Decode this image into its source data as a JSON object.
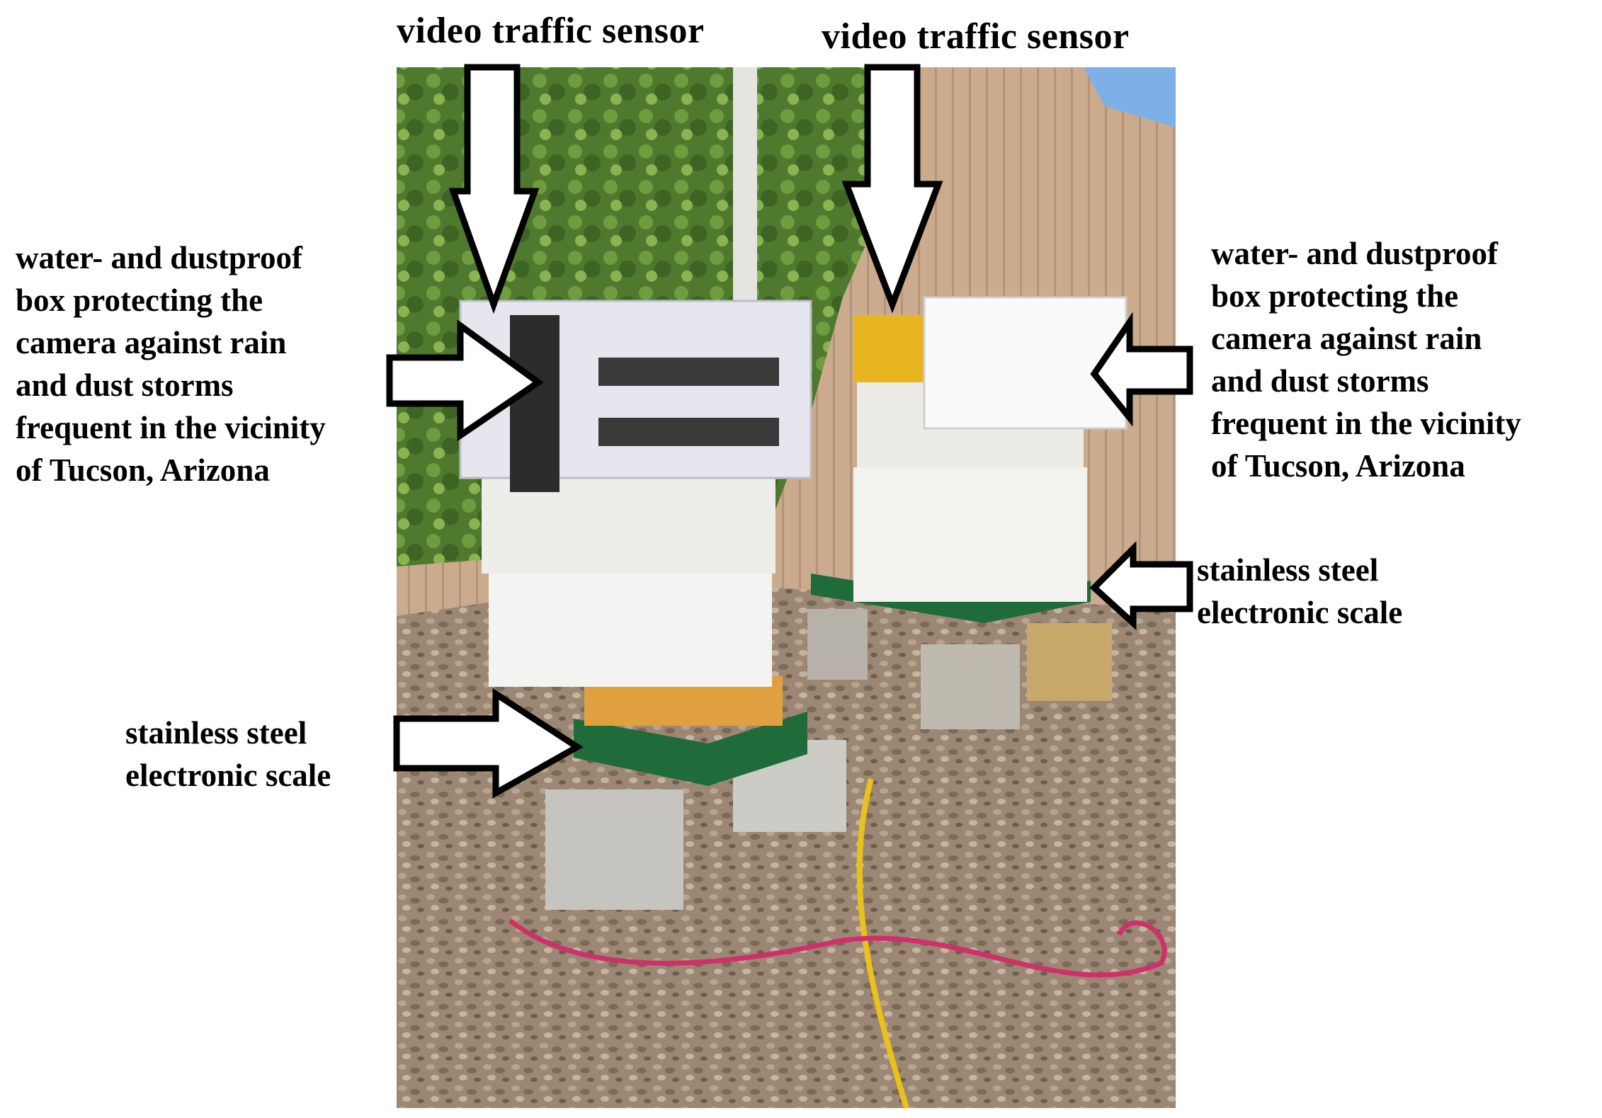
{
  "annotations": {
    "camera_left": "video traffic sensor",
    "camera_right": "video traffic sensor",
    "box_left": "water- and dustproof\nbox protecting the\ncamera against rain\nand dust storms\nfrequent in the vicinity\nof Tucson, Arizona",
    "box_right": "water- and dustproof\nbox protecting the\ncamera against rain\nand dust storms\nfrequent in the vicinity\nof Tucson, Arizona",
    "scale_left": "stainless steel\nelectronic scale",
    "scale_right": "stainless steel\nelectronic scale"
  },
  "photo": {
    "subject": "two beehives on cinder blocks with cameras and scales",
    "colors": {
      "hedge": "#5f8a3a",
      "fence": "#c9a98a",
      "gravel": "#9a8470",
      "hive_white": "#eeeeec",
      "scale_green": "#1f6b3a",
      "cable_yellow": "#e8c21a",
      "cable_pink": "#d0306a"
    }
  }
}
